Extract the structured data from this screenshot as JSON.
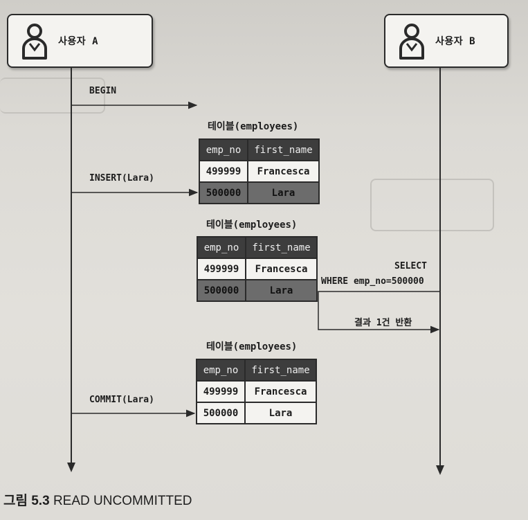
{
  "actors": {
    "a": {
      "label": "사용자 A",
      "icon": "user-icon"
    },
    "b": {
      "label": "사용자 B",
      "icon": "user-icon"
    }
  },
  "messages": {
    "begin": "BEGIN",
    "insert": "INSERT(Lara)",
    "commit": "COMMIT(Lara)",
    "select_line1": "SELECT",
    "select_line2": "WHERE emp_no=500000",
    "result": "결과 1건 반환"
  },
  "tables": [
    {
      "title": "테이블(employees)",
      "headers": [
        "emp_no",
        "first_name"
      ],
      "rows": [
        {
          "cells": [
            "499999",
            "Francesca"
          ],
          "uncommitted": false
        },
        {
          "cells": [
            "500000",
            "Lara"
          ],
          "uncommitted": true
        }
      ]
    },
    {
      "title": "테이블(employees)",
      "headers": [
        "emp_no",
        "first_name"
      ],
      "rows": [
        {
          "cells": [
            "499999",
            "Francesca"
          ],
          "uncommitted": false
        },
        {
          "cells": [
            "500000",
            "Lara"
          ],
          "uncommitted": true
        }
      ]
    },
    {
      "title": "테이블(employees)",
      "headers": [
        "emp_no",
        "first_name"
      ],
      "rows": [
        {
          "cells": [
            "499999",
            "Francesca"
          ],
          "uncommitted": false
        },
        {
          "cells": [
            "500000",
            "Lara"
          ],
          "uncommitted": false
        }
      ]
    }
  ],
  "caption": {
    "number": "그림 5.3",
    "text": "READ UNCOMMITTED"
  },
  "colors": {
    "line": "#2a2a2a",
    "header_bg": "#3d3d3d",
    "uncommitted_row": "#6c6c6c",
    "box_bg": "#f4f3f0"
  }
}
